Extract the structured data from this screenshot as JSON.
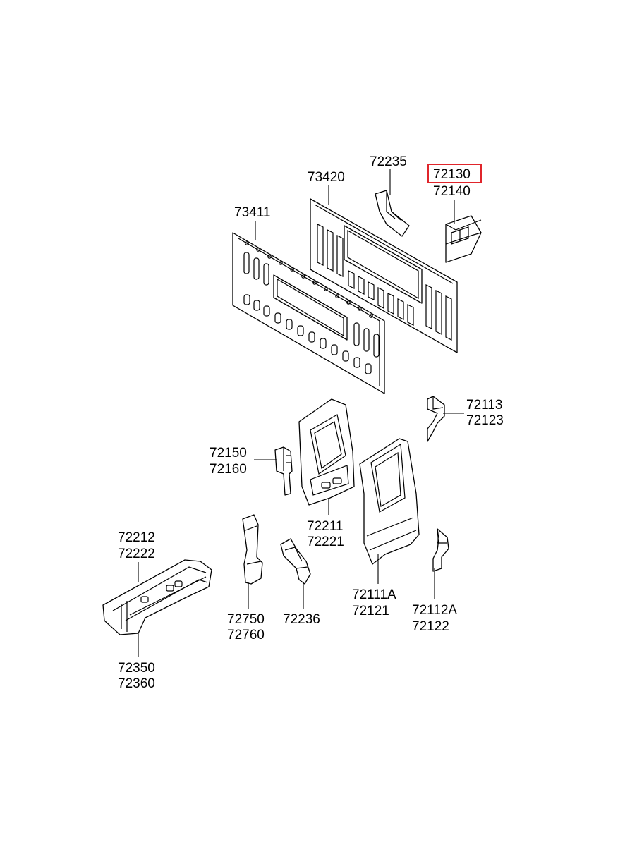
{
  "highlight_color": "#e0252b",
  "callouts": [
    {
      "id": "c73420",
      "lines": [
        "73420"
      ]
    },
    {
      "id": "c72235",
      "lines": [
        "72235"
      ]
    },
    {
      "id": "c72130",
      "lines": [
        "72130",
        "72140"
      ],
      "highlighted_line": 0
    },
    {
      "id": "c73411",
      "lines": [
        "73411"
      ]
    },
    {
      "id": "c72113",
      "lines": [
        "72113",
        "72123"
      ]
    },
    {
      "id": "c72150",
      "lines": [
        "72150",
        "72160"
      ]
    },
    {
      "id": "c72211",
      "lines": [
        "72211",
        "72221"
      ]
    },
    {
      "id": "c72212",
      "lines": [
        "72212",
        "72222"
      ]
    },
    {
      "id": "c72111A",
      "lines": [
        "72111A",
        "72121"
      ]
    },
    {
      "id": "c72112A",
      "lines": [
        "72112A",
        "72122"
      ]
    },
    {
      "id": "c72750",
      "lines": [
        "72750",
        "72760"
      ]
    },
    {
      "id": "c72236",
      "lines": [
        "72236"
      ]
    },
    {
      "id": "c72350",
      "lines": [
        "72350",
        "72360"
      ]
    }
  ]
}
